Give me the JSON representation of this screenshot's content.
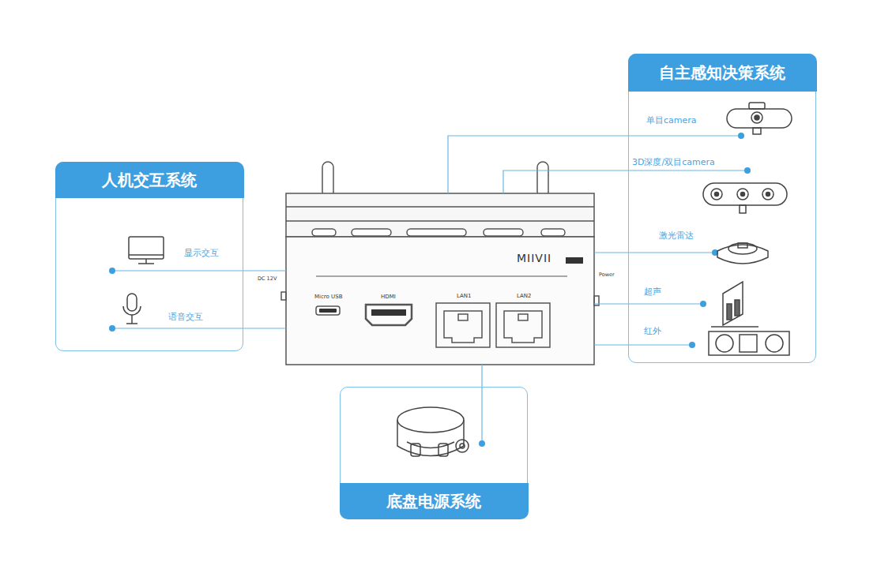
{
  "diagram": {
    "nodes": [
      {
        "text": [
          "MIIVII"
        ]
      },
      {
        "text": [
          "人机交互系统"
        ]
      },
      {
        "text": [
          "自主感知决策系统"
        ]
      },
      {
        "text": [
          "底盘电源系统"
        ]
      }
    ],
    "edges": [
      {
        "from": 0,
        "to": 1,
        "arrow": "none"
      },
      {
        "from": 0,
        "to": 1,
        "arrow": "none"
      },
      {
        "from": 0,
        "to": 2,
        "arrow": "none"
      },
      {
        "from": 0,
        "to": 2,
        "arrow": "none"
      },
      {
        "from": 0,
        "to": 2,
        "arrow": "none"
      },
      {
        "from": 0,
        "to": 2,
        "arrow": "none"
      },
      {
        "from": 0,
        "to": 2,
        "arrow": "none"
      },
      {
        "from": 0,
        "to": 3,
        "arrow": "none"
      }
    ],
    "labels": [
      "显示交互",
      "语音交互",
      "单目camera",
      "3D深度/双目camera",
      "激光雷达",
      "超声",
      "红外",
      "Micro USB",
      "HDMI",
      "LAN1",
      "LAN2",
      "DC 12V",
      "Power"
    ]
  }
}
